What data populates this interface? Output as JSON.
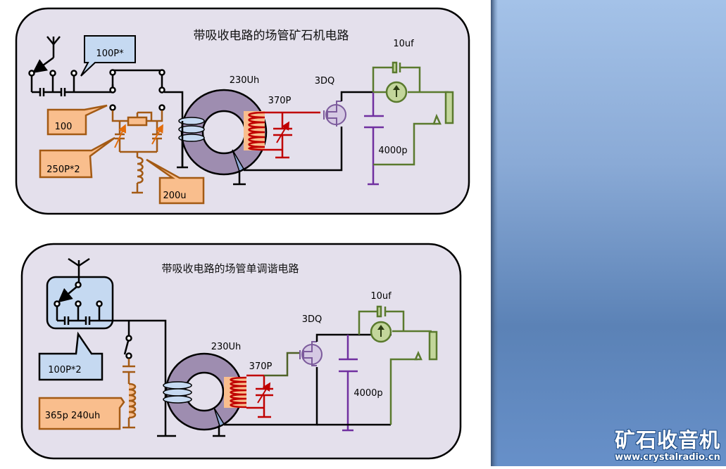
{
  "colors": {
    "panel_fill": "#e4e0ec",
    "wire": "#000000",
    "tuning": "#a35a14",
    "tuning_fill": "#f9be8d",
    "callout_blue": "#c5d9f1",
    "coil_red": "#c00000",
    "fet": "#7c5b9c",
    "meter": "#5a7a2e",
    "meter_fill": "#c3d69b",
    "ferrite": "#9e8db0",
    "side_panel_top": "#a4c2e8",
    "side_panel_bottom": "#6790c9"
  },
  "circuit1": {
    "title": "带吸收电路的场管矿石机电路",
    "callouts": {
      "antenna_caps": "100P*",
      "pot": "100",
      "varicaps": "250P*2",
      "coil": "200u"
    },
    "labels": {
      "inductor": "230Uh",
      "tuning_cap": "370P",
      "transistor": "3DQ",
      "electrolytic": "10uf",
      "bypass_cap": "4000p"
    }
  },
  "circuit2": {
    "title": "带吸收电路的场管单调谐电路",
    "callouts": {
      "antenna_caps": "100P*2",
      "trap": "365p 240uh"
    },
    "labels": {
      "inductor": "230Uh",
      "tuning_cap": "370P",
      "transistor": "3DQ",
      "electrolytic": "10uf",
      "bypass_cap": "4000p"
    }
  },
  "logo": {
    "name": "矿石收音机",
    "url": "www.crystalradio.cn"
  }
}
